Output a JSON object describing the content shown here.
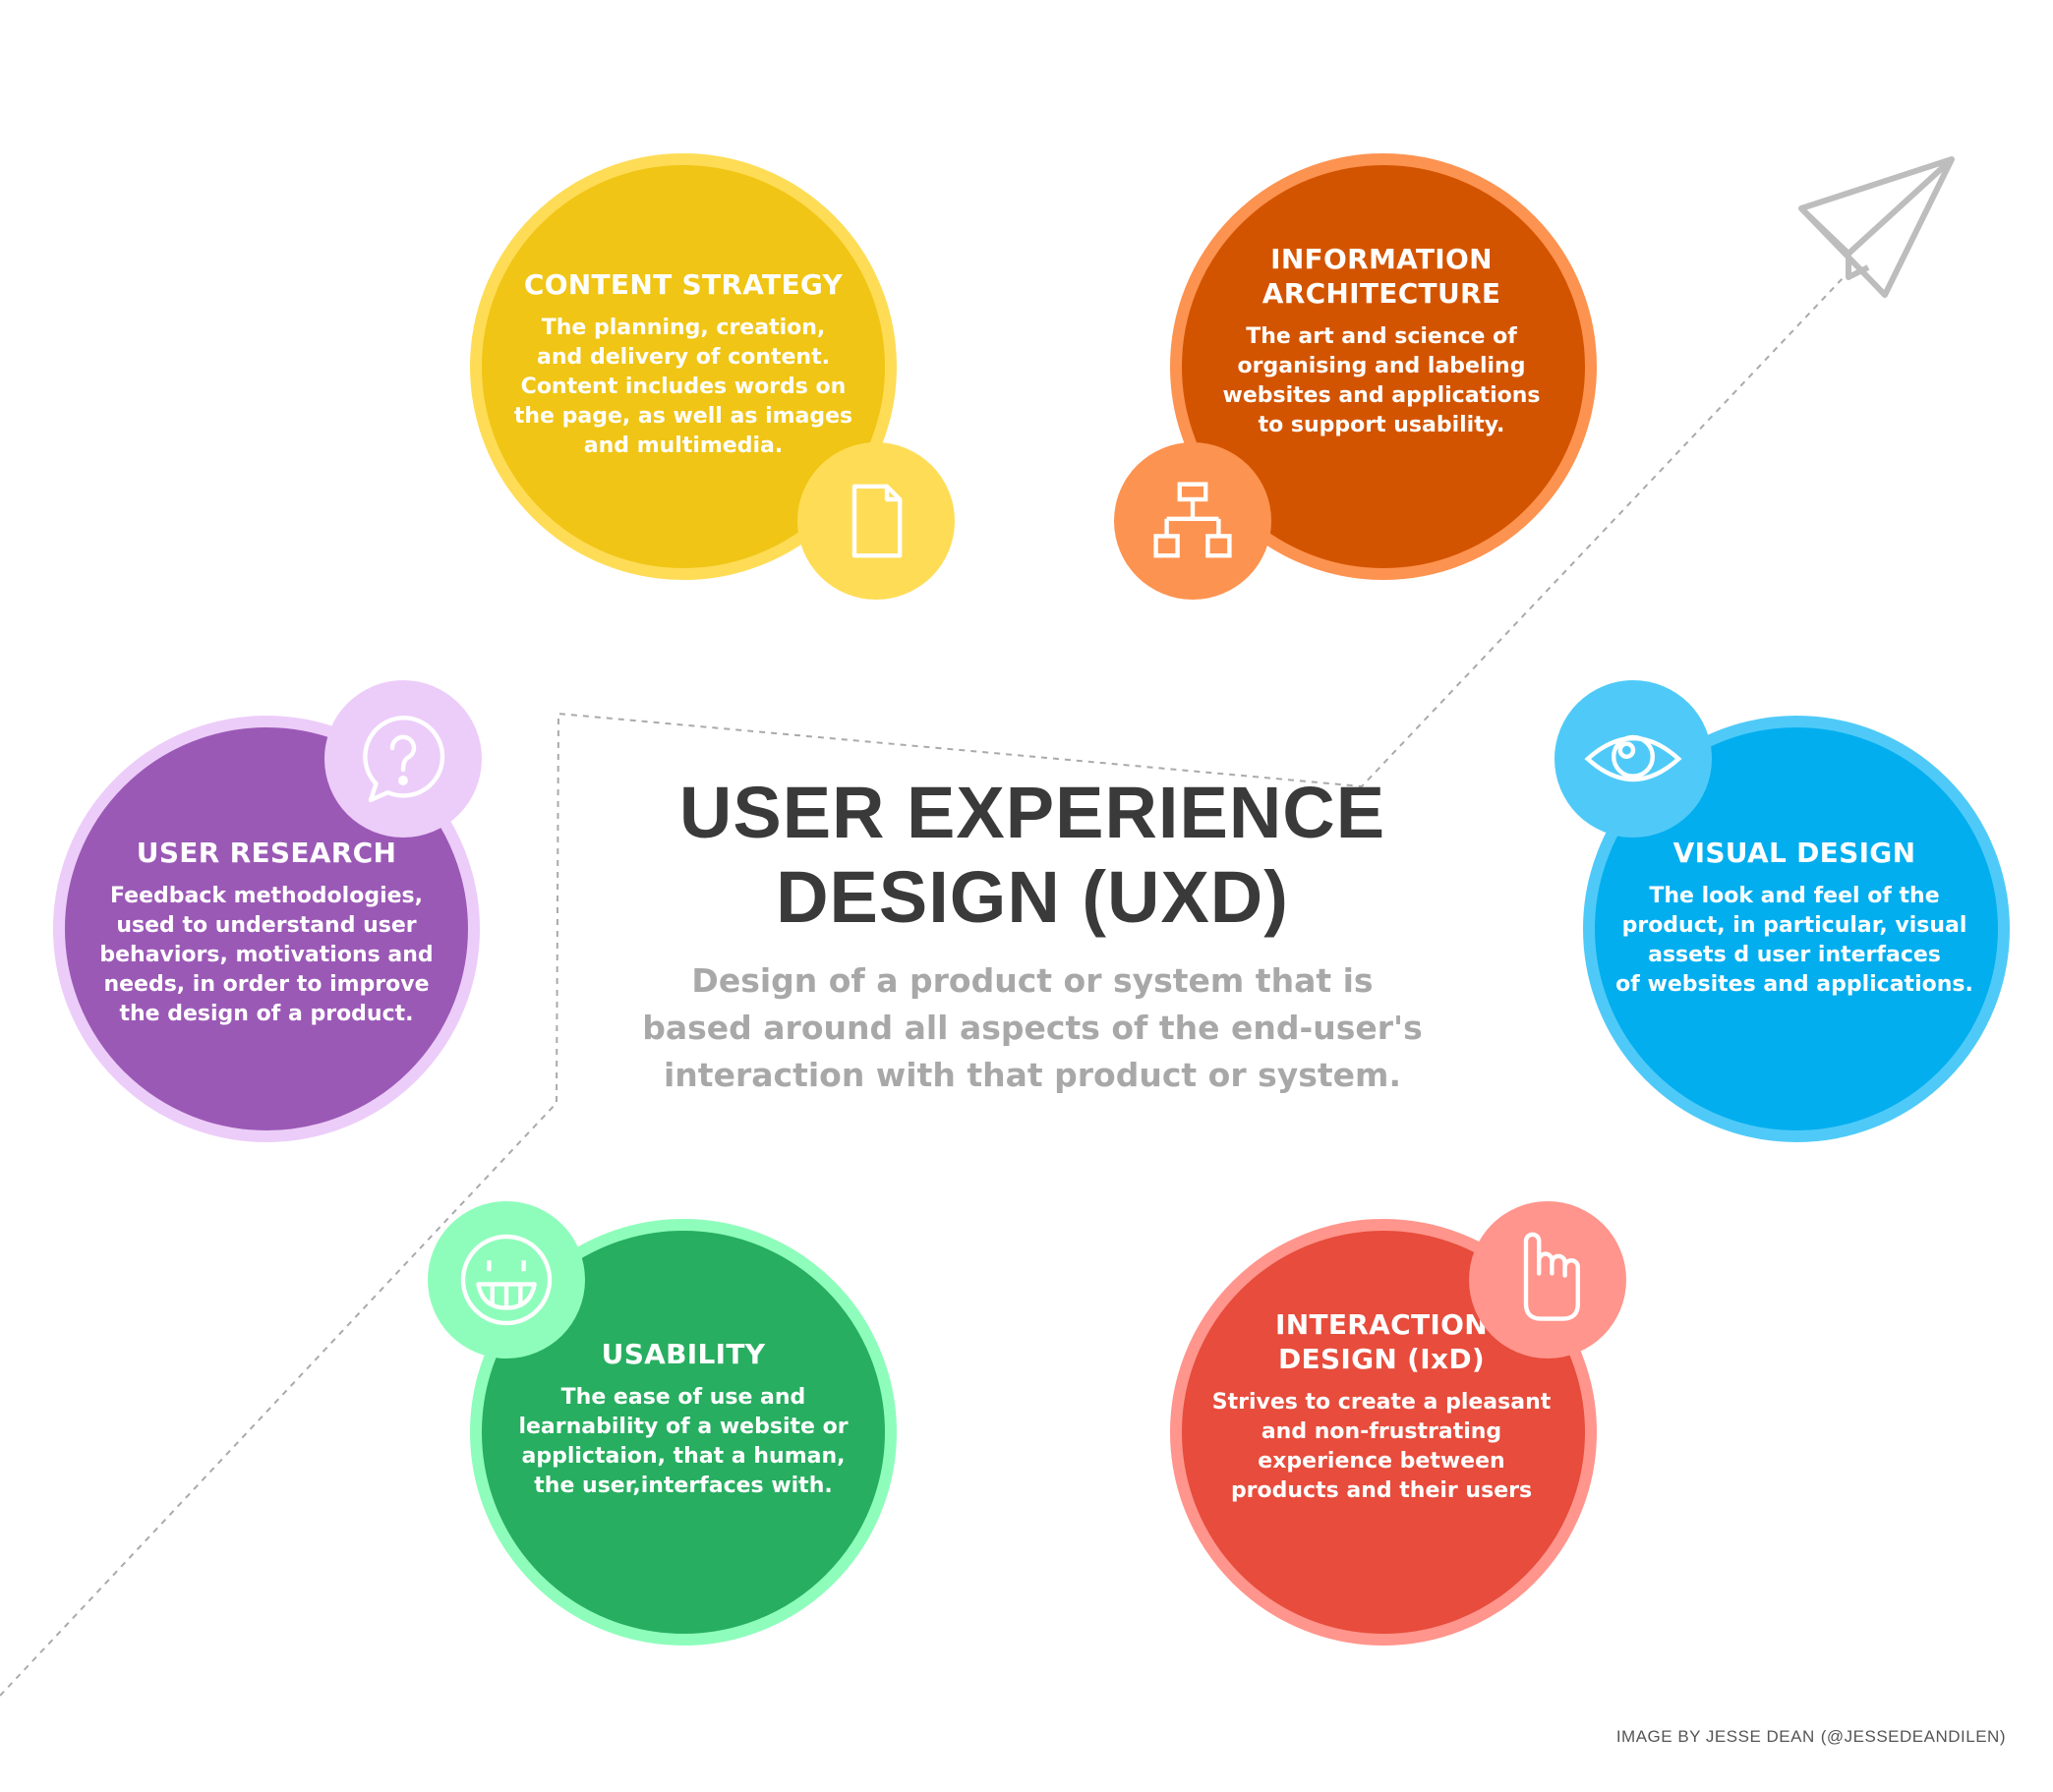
{
  "title": {
    "line1": "USER EXPERIENCE",
    "line2": "DESIGN (UXD)"
  },
  "subtitle": {
    "line1": "Design of a product or system that is",
    "line2": "based around all aspects of the end-user's",
    "line3": "interaction with that product or system."
  },
  "nodes": [
    {
      "title_lines": [
        "CONTENT STRATEGY"
      ],
      "body_lines": [
        "The planning, creation,",
        "and delivery of content.",
        "Content includes words on",
        "the page, as well as images",
        "and multimedia."
      ],
      "icon": "document-icon",
      "color": "#F0C515",
      "ring_color": "#FEDC56"
    },
    {
      "title_lines": [
        "INFORMATION",
        "ARCHITECTURE"
      ],
      "body_lines": [
        "The art and science of",
        "organising and labeling",
        "websites and applications",
        "to support usability."
      ],
      "icon": "sitemap-icon",
      "color": "#D35400",
      "ring_color": "#FD9350"
    },
    {
      "title_lines": [
        "USER RESEARCH"
      ],
      "body_lines": [
        "Feedback methodologies,",
        "used to understand user",
        "behaviors,  motivations and",
        "needs, in order to improve",
        "the design of a product."
      ],
      "icon": "question-bubble-icon",
      "color": "#9B59B6",
      "ring_color": "#ECCDF9"
    },
    {
      "title_lines": [
        "VISUAL DESIGN"
      ],
      "body_lines": [
        "The look and feel of the",
        "product, in particular, visual",
        "assets d user interfaces",
        "of websites and applications."
      ],
      "icon": "eye-icon",
      "color": "#03AEEF",
      "ring_color": "#4FCAF8"
    },
    {
      "title_lines": [
        "USABILITY"
      ],
      "body_lines": [
        "The ease of use and",
        "learnability of a website or",
        "applictaion, that a human,",
        "the user,interfaces with."
      ],
      "icon": "grin-face-icon",
      "color": "#27AE60",
      "ring_color": "#8EFDBB"
    },
    {
      "title_lines": [
        "INTERACTION",
        "DESIGN (IxD)"
      ],
      "body_lines": [
        "Strives to create a pleasant",
        "and non-frustrating",
        "experience between",
        "products and their users"
      ],
      "icon": "pointing-hand-icon",
      "color": "#E74C3C",
      "ring_color": "#FF958C"
    }
  ],
  "credit": {
    "label": "IMAGE BY JESSE DEAN",
    "handle": "(@JESSEDEANDILEN)"
  },
  "decoration": {
    "paper_plane_icon": "paper-plane-icon",
    "path_color": "#AAAAAA"
  }
}
